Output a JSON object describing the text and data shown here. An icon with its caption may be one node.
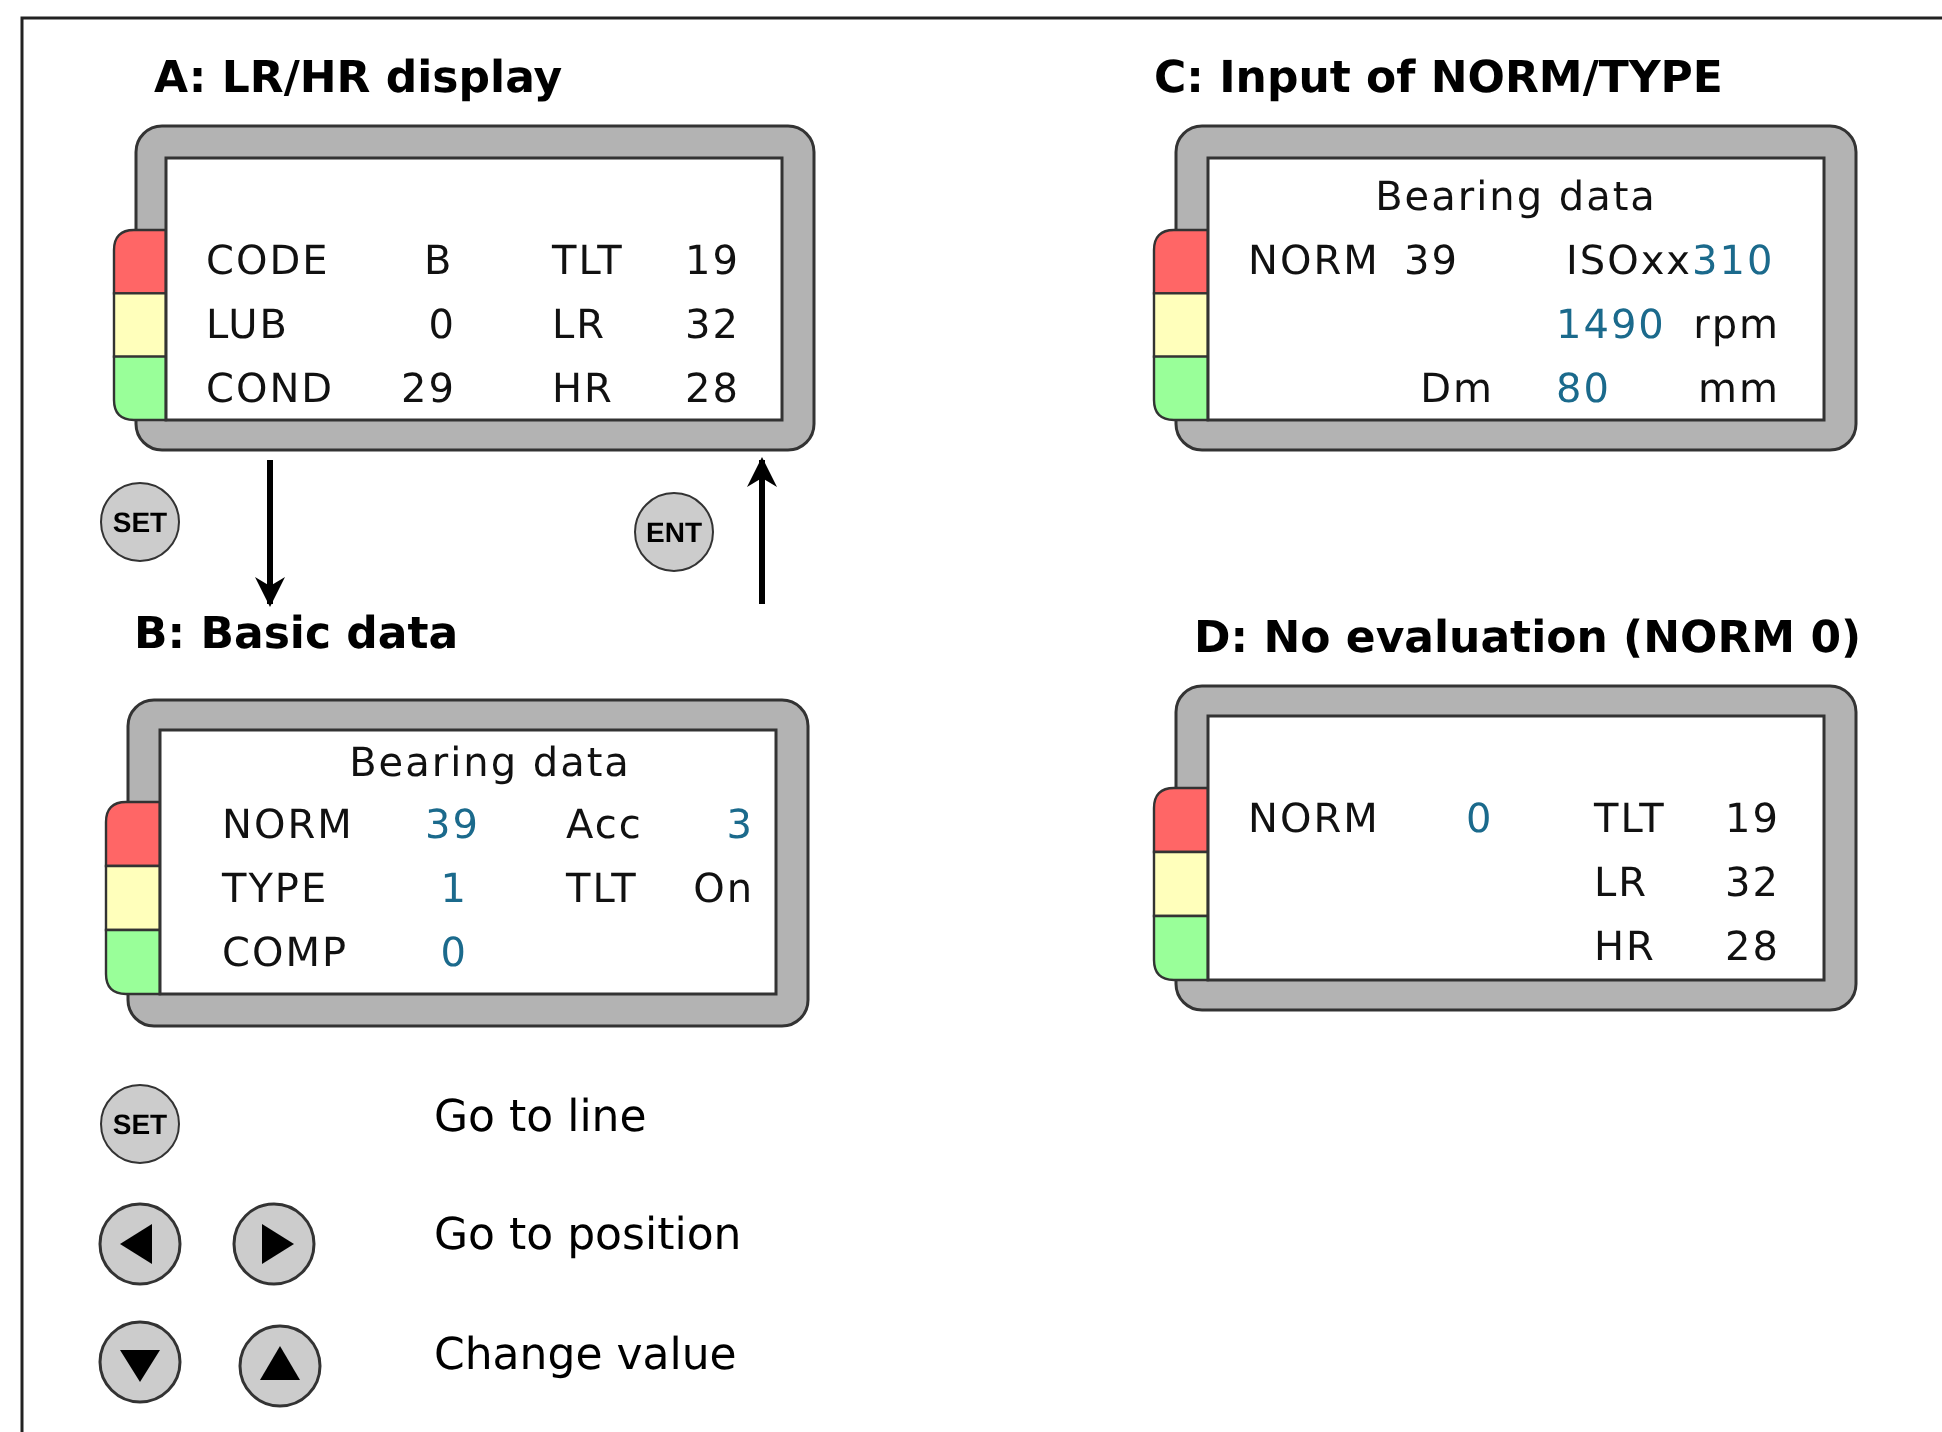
{
  "diagram": {
    "nodes": [
      {
        "text": [
          "A: LR/HR display",
          "CODE",
          "B",
          "TLT",
          "19",
          "LUB",
          "0",
          "LR",
          "32",
          "COND",
          "29",
          "HR",
          "28"
        ]
      },
      {
        "text": [
          "B: Basic data",
          "Bearing data",
          "NORM",
          "39",
          "Acc",
          "3",
          "TYPE",
          "1",
          "TLT",
          "On",
          "COMP",
          "0"
        ]
      },
      {
        "text": [
          "C: Input of NORM/TYPE",
          "Bearing data",
          "NORM",
          "39",
          "ISOxx",
          "310",
          "1490",
          "rpm",
          "Dm",
          "80",
          "mm"
        ]
      },
      {
        "text": [
          "D: No evaluation (NORM 0)",
          "NORM",
          "0",
          "TLT",
          "19",
          "LR",
          "32",
          "HR",
          "28"
        ]
      }
    ],
    "edges": [
      {
        "from": 0,
        "to": 1,
        "label": "SET",
        "arrow": "to"
      },
      {
        "from": 1,
        "to": 0,
        "label": "ENT",
        "arrow": "to"
      }
    ],
    "labels": [
      "SET"
    ],
    "legend": [
      {
        "text": "Go to line"
      },
      {
        "text": "Go to position"
      },
      {
        "text": "Change value"
      }
    ]
  }
}
